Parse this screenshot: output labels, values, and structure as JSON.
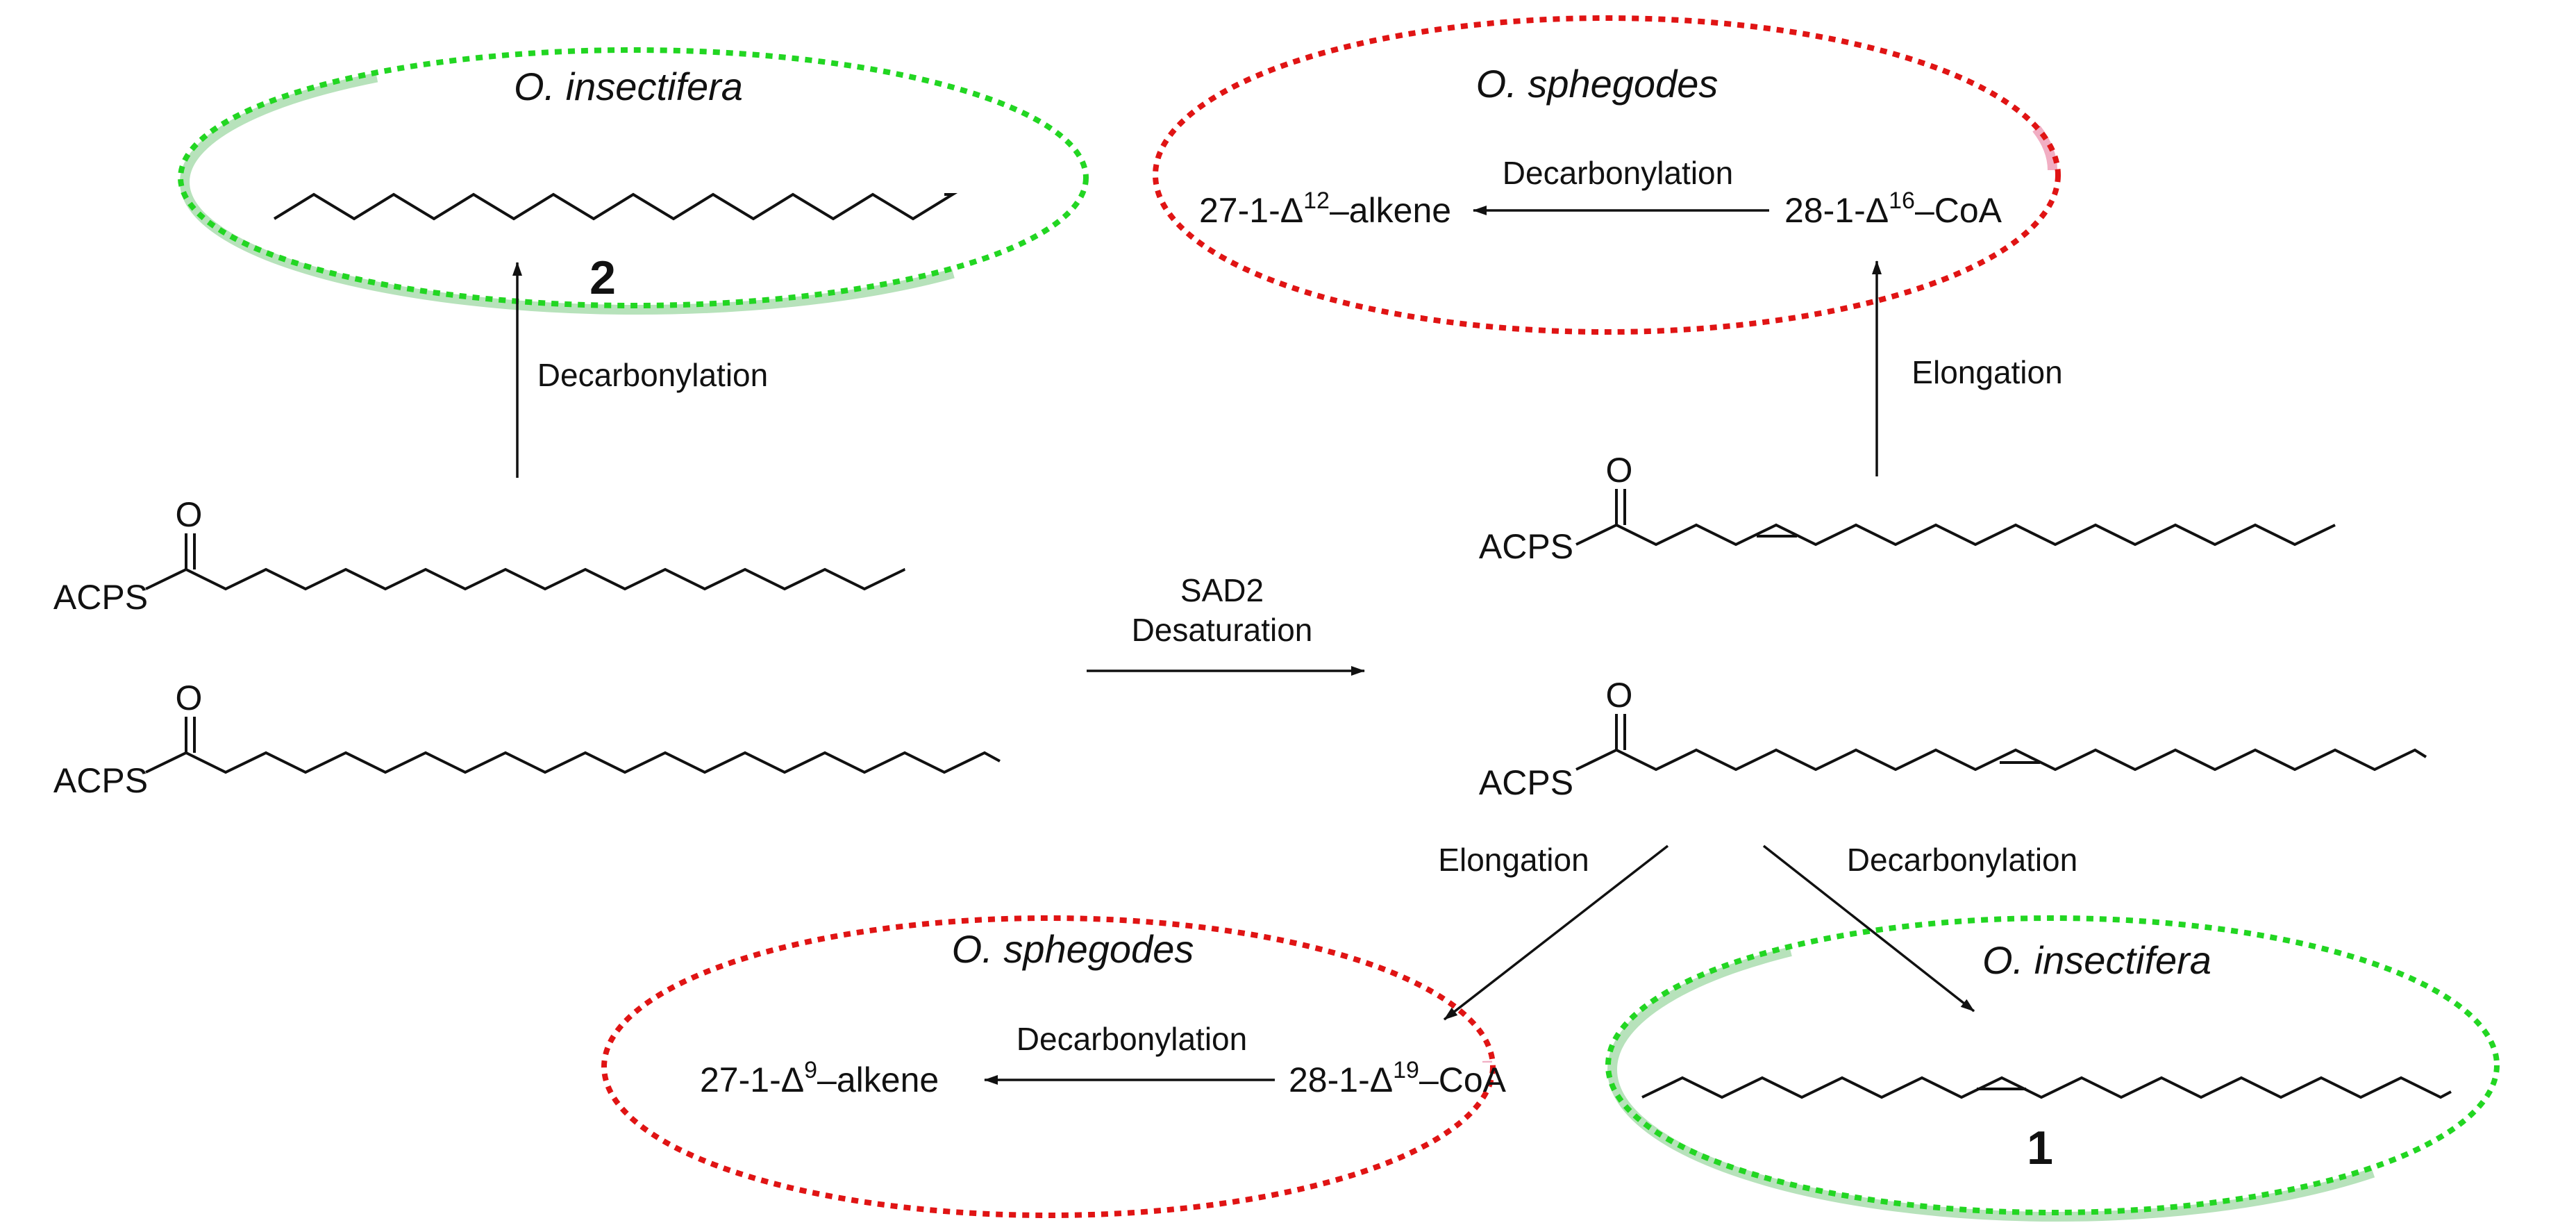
{
  "species": {
    "insectifera": "O. insectifera",
    "sphegodes": "O. sphegodes"
  },
  "colors": {
    "insectifera_ring": "#22d622",
    "sphegodes_ring": "#e01414",
    "insectifera_glow": "#9fd8a4",
    "sphegodes_glow": "#ee9ab4"
  },
  "labels": {
    "acps": "ACPS",
    "oxygen": "O",
    "decarbonylation": "Decarbonylation",
    "elongation": "Elongation",
    "sad2": "SAD2",
    "desaturation": "Desaturation",
    "compound_1": "1",
    "compound_2": "2"
  },
  "products": {
    "top_right": {
      "product": {
        "pre": "27-1-Δ",
        "sup": "12",
        "post": "–alkene"
      },
      "precursor": {
        "pre": "28-1-Δ",
        "sup": "16",
        "post": "–CoA"
      }
    },
    "bottom_left": {
      "product": {
        "pre": "27-1-Δ",
        "sup": "9",
        "post": "–alkene"
      },
      "precursor": {
        "pre": "28-1-Δ",
        "sup": "19",
        "post": "–CoA"
      }
    }
  }
}
